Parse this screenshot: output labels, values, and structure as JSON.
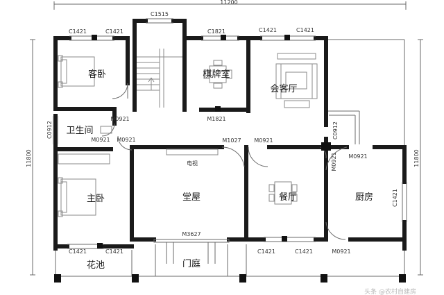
{
  "dimensions": {
    "top": "11200",
    "left": "11800",
    "right": "11800"
  },
  "rooms": {
    "guest_bedroom": "客卧",
    "chess_room": "棋牌室",
    "meeting_hall": "会客厅",
    "bathroom": "卫生间",
    "master_bedroom": "主卧",
    "main_hall": "堂屋",
    "dining_room": "餐厅",
    "kitchen": "厨房",
    "flower_bed": "花池",
    "porch": "门庭"
  },
  "codes": {
    "c1515": "C1515",
    "c1421_a": "C1421",
    "c1421_b": "C1421",
    "c1821": "C1821",
    "c1421_c": "C1421",
    "c1421_d": "C1421",
    "m0921_bath": "M0921",
    "m0921_bath2": "M0921",
    "m0921_hall": "M0921",
    "c0912_left": "C0912",
    "m1821": "M1821",
    "m1027": "M1027",
    "m0921_dining": "M0921",
    "m0921_kitchen_top": "M0921",
    "m0921_kitchen_side": "M0921",
    "c0912_right": "C0912",
    "c1421_kitchen": "C1421",
    "m3627": "M3627",
    "c1421_bottom_a": "C1421",
    "c1421_bottom_b": "C1421",
    "c1421_bottom_c": "C1421",
    "c1421_bottom_d": "C1421",
    "m0921_bottom": "M0921"
  },
  "fixtures": {
    "tv": "电视"
  },
  "watermark": "头条 @农村自建房"
}
